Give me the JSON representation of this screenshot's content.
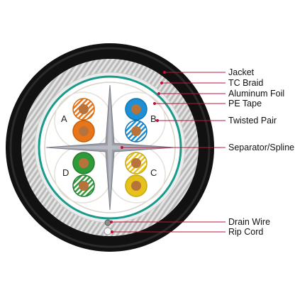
{
  "colors": {
    "jacket": "#111111",
    "braid": "#c9c9c9",
    "foil": "#e2e2e2",
    "pe_tape": "#1a9a8a",
    "spline": "#9a9da6",
    "leader": "#c0143c",
    "copper": "#b8733a",
    "pair_a": "#e8751a",
    "pair_b": "#1c8fd6",
    "pair_c": "#e6c21a",
    "pair_d": "#2f9a3a"
  },
  "pair_letters": [
    "A",
    "B",
    "C",
    "D"
  ],
  "callouts": [
    {
      "label": "Jacket"
    },
    {
      "label": "TC Braid"
    },
    {
      "label": "Aluminum Foil"
    },
    {
      "label": "PE Tape"
    },
    {
      "label": "Twisted Pair"
    },
    {
      "label": "Separator/Spline"
    },
    {
      "label": "Drain Wire"
    },
    {
      "label": "Rip Cord"
    }
  ]
}
